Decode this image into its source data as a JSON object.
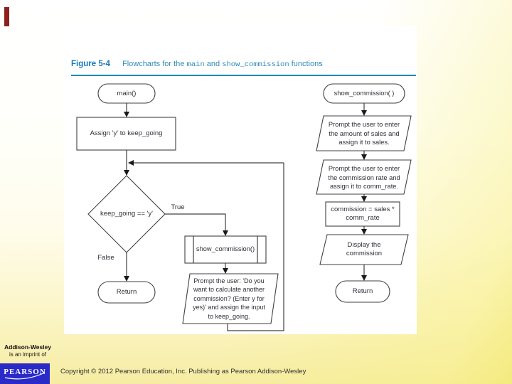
{
  "figure": {
    "label": "Figure 5-4",
    "caption": {
      "prefix": "Flowcharts for the ",
      "code1": "main",
      "middle": " and ",
      "code2": "show_commission",
      "suffix": " functions"
    }
  },
  "flowchart_main": {
    "start": "main()",
    "assign": "Assign 'y' to keep_going",
    "decision": "keep_going == 'y'",
    "true_label": "True",
    "false_label": "False",
    "call": "show_commission()",
    "prompt": "Prompt the user: 'Do you\nwant to calculate another\ncommission? (Enter y for\nyes)' and assign the input\nto keep_going.",
    "end": "Return"
  },
  "flowchart_show_commission": {
    "start": "show_commission( )",
    "prompt_sales": "Prompt the user to enter\nthe amount of sales and\nassign it to sales.",
    "prompt_rate": "Prompt the user to enter\nthe commission rate and\nassign it to comm_rate.",
    "calc": "commission = sales *\ncomm_rate",
    "display": "Display the\ncommission",
    "end": "Return"
  },
  "footer": {
    "imprint_line1": "Addison-Wesley",
    "imprint_line2": "is an imprint of",
    "logo": "PEARSON",
    "copyright": "Copyright © 2012 Pearson Education, Inc. Publishing as Pearson Addison-Wesley"
  },
  "colors": {
    "title_blue": "#1a7ab6",
    "rule_teal": "#1f88b4",
    "pearson_blue": "#2a2ac8",
    "accent_maroon": "#8e2020",
    "bg_yellow": "#f6eca2"
  }
}
